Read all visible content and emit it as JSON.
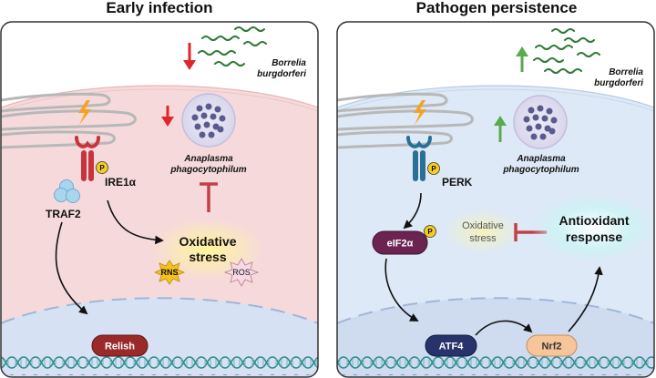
{
  "left_panel": {
    "title": "Early infection",
    "borrelia": [
      "Borrelia",
      "burgdorferi"
    ],
    "anaplasma": [
      "Anaplasma",
      "phagocytophilum"
    ],
    "receptor_label": "IRE1α",
    "adapter_label": "TRAF2",
    "phospho": "P",
    "stress": [
      "Oxidative",
      "stress"
    ],
    "rns": "RNS",
    "ros": "ROS",
    "nuclear_factor": "Relish"
  },
  "right_panel": {
    "title": "Pathogen persistence",
    "borrelia": [
      "Borrelia",
      "burgdorferi"
    ],
    "anaplasma": [
      "Anaplasma",
      "phagocytophilum"
    ],
    "receptor_label": "PERK",
    "phospho": "P",
    "translation_factor": "eIF2α",
    "stress": [
      "Oxidative",
      "stress"
    ],
    "response": [
      "Antioxidant",
      "response"
    ],
    "tf1": "ATF4",
    "tf2": "Nrf2"
  },
  "colors": {
    "left_cell": "#f7dfe0",
    "right_cell": "#dde9f6",
    "down_arrow": "#e0262a",
    "up_arrow": "#5aaa50",
    "borrelia": "#2f7a35",
    "anaplasma": "#5b5a8f",
    "receptor_ire": "#c8333c",
    "receptor_perk": "#2a6f95",
    "relish_pill": "#9a2a2a",
    "eif_pill": "#6b2452",
    "atf4_pill": "#27346b",
    "nrf2_pill": "#f6c59a",
    "inhibit": "#c3404a"
  }
}
